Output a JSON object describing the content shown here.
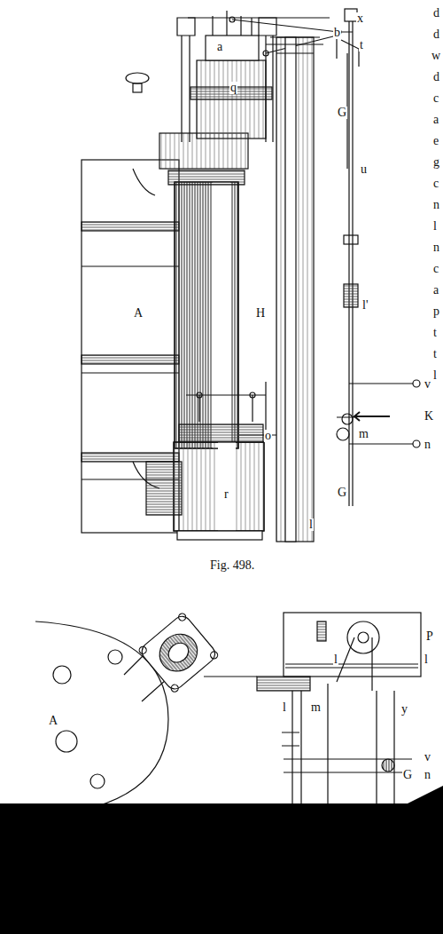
{
  "diagram": {
    "caption": "Fig. 498.",
    "labels": [
      "x",
      "b",
      "t",
      "a",
      "q",
      "u",
      "G",
      "A",
      "H",
      "l'",
      "v",
      "K",
      "m",
      "n",
      "o",
      "r",
      "G",
      "l",
      "d",
      "d",
      "w",
      "d",
      "c",
      "a",
      "e",
      "g",
      "c",
      "n",
      "l",
      "n",
      "c",
      "a",
      "p",
      "t",
      "t",
      "l",
      "P",
      "l",
      "l",
      "l",
      "m",
      "y",
      "A",
      "G",
      "v",
      "n"
    ]
  }
}
